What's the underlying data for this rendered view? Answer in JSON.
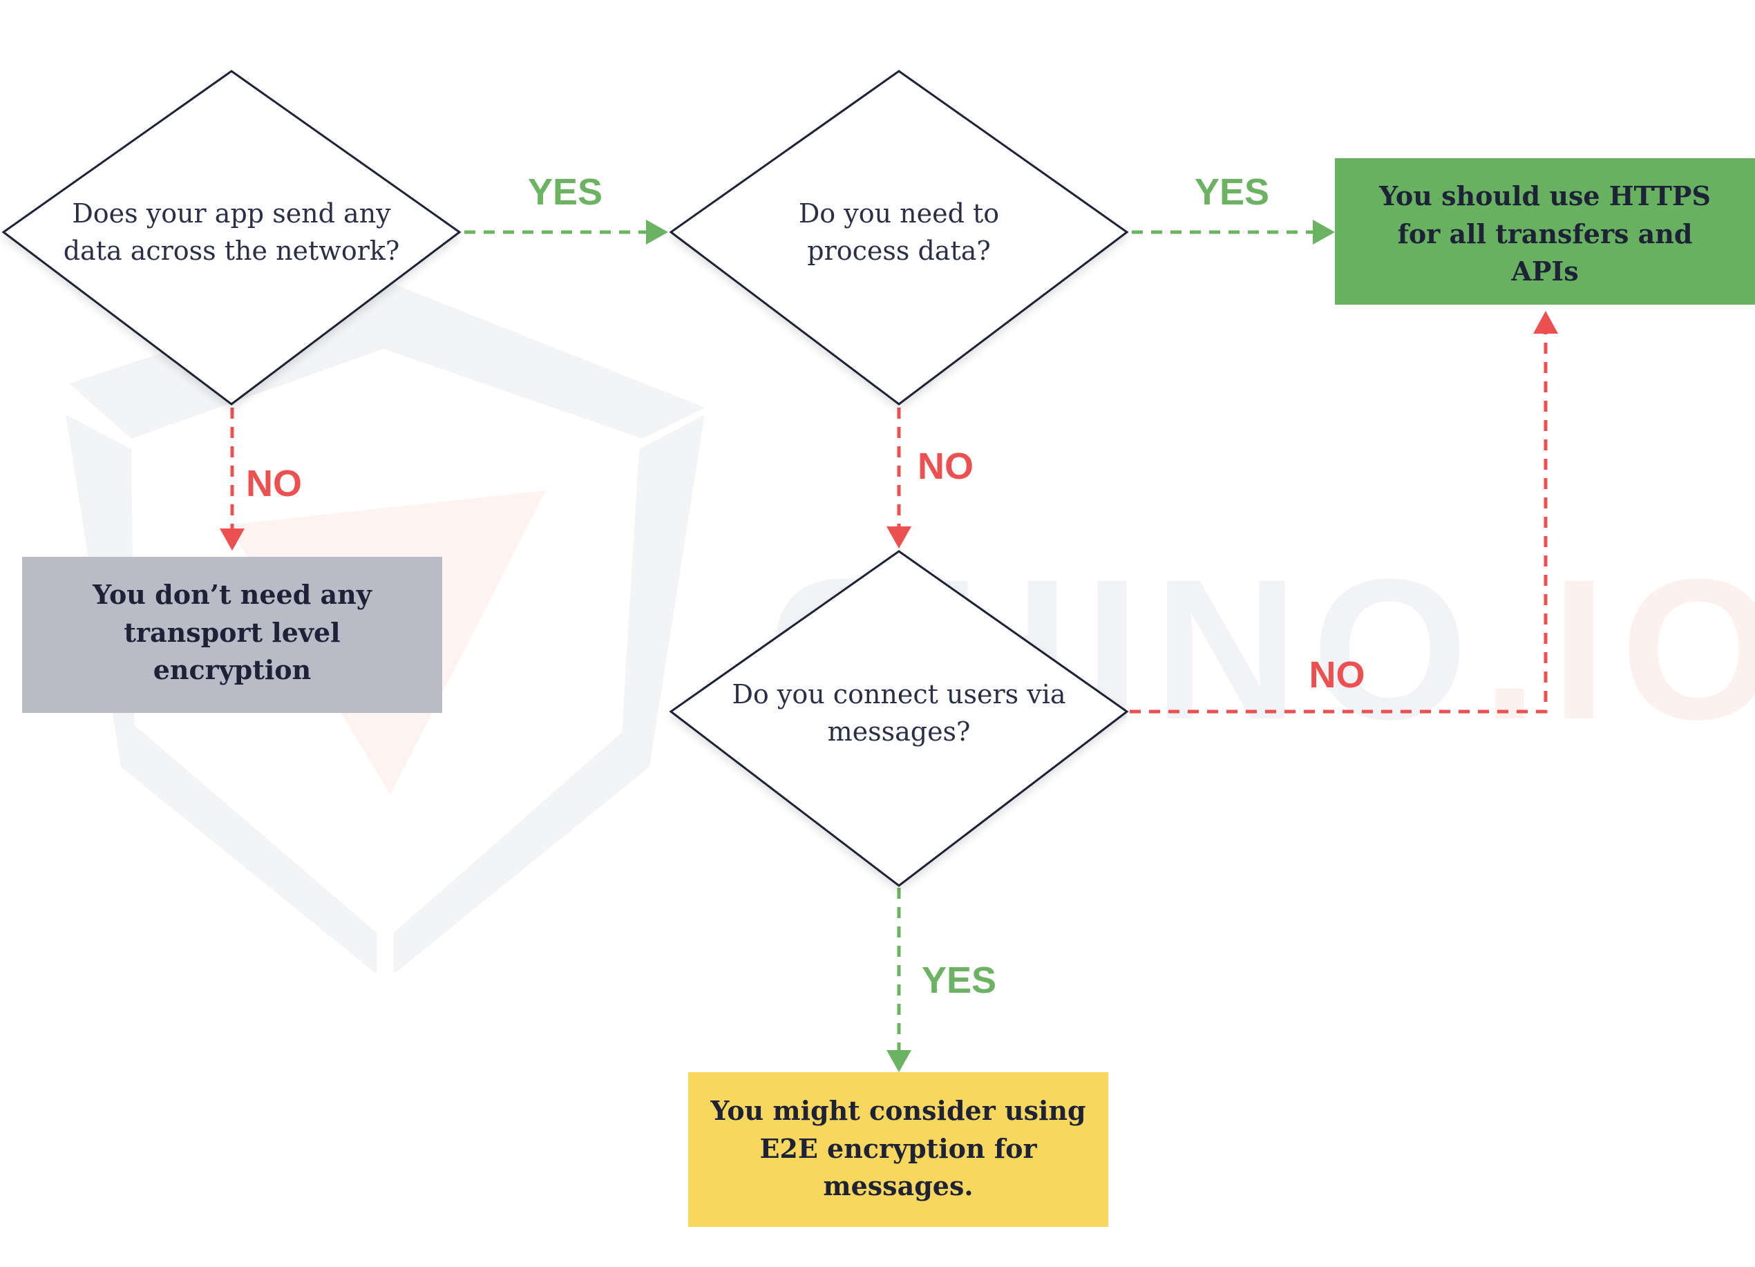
{
  "watermark": {
    "text_part1": "CHINO",
    "text_part2": ".IO"
  },
  "colors": {
    "yes": "#6bb362",
    "no": "#ec5050",
    "diamond_stroke": "#1f2235",
    "box_grey": "#b9bcc7",
    "box_green": "#68b160",
    "box_yellow": "#f8d75f"
  },
  "decisions": {
    "q1": {
      "line1": "Does your app send any",
      "line2": "data across the network?"
    },
    "q2": {
      "line1": "Do you need to",
      "line2": "process data?"
    },
    "q3": {
      "line1": "Do you connect users via",
      "line2": "messages?"
    }
  },
  "outcomes": {
    "no_encryption": {
      "line1": "You don’t need any",
      "line2": "transport level",
      "line3": "encryption"
    },
    "https": {
      "line1": "You should use HTTPS",
      "line2": "for all transfers and",
      "line3": "APIs"
    },
    "e2e": {
      "line1": "You might consider using",
      "line2": "E2E encryption for",
      "line3": "messages."
    }
  },
  "labels": {
    "q1_yes": "YES",
    "q1_no": "NO",
    "q2_yes": "YES",
    "q2_no": "NO",
    "q3_no": "NO",
    "q3_yes": "YES"
  }
}
